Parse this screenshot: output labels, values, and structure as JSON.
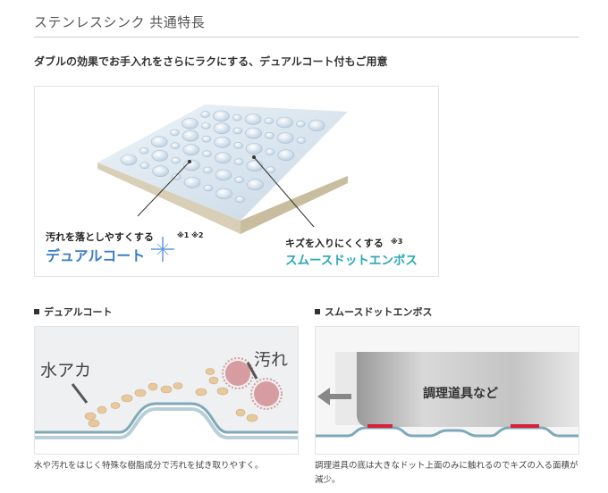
{
  "page": {
    "title": "ステンレスシンク 共通特長",
    "lead": "ダブルの効果でお手入れをさらにラクにする、デュアルコート付もご用意"
  },
  "hero": {
    "dual_coat_sub": "汚れを落としやすくする",
    "dual_coat_note": "※1 ※2",
    "dual_coat_name": "デュアルコート",
    "emboss_sub": "キズを入りにくくする",
    "emboss_note": "※3",
    "emboss_name": "スムースドットエンボス"
  },
  "dual_coat_panel": {
    "heading": "デュアルコート",
    "label_water": "水アカ",
    "label_dirt": "汚れ",
    "caption": "水や汚れをはじく特殊な樹脂成分で汚れを拭き取りやすく。"
  },
  "emboss_panel": {
    "heading": "スムースドットエンボス",
    "label_tools": "調理道具など",
    "caption": "調理道具の底は大きなドット上面のみに触れるのでキズの入る面積が減少。"
  },
  "colors": {
    "dual_coat_name": "#3d7ec4",
    "emboss_name": "#2aa7b8",
    "contact_marker": "#d8203a"
  }
}
